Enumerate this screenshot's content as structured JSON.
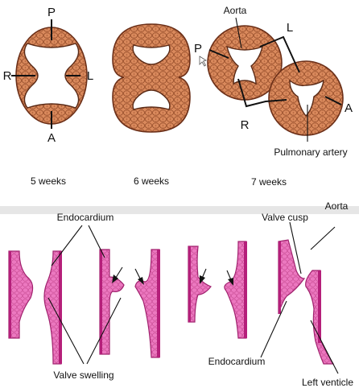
{
  "top_panel": {
    "week5": {
      "caption": "5 weeks",
      "label_p": "P",
      "label_r": "R",
      "label_l": "L",
      "label_a": "A"
    },
    "week6": {
      "caption": "6 weeks"
    },
    "week7": {
      "caption": "7 weeks",
      "aorta": "Aorta",
      "label_l": "L",
      "label_p": "P",
      "label_r": "R",
      "label_a": "A",
      "pulmonary_artery": "Pulmonary artery"
    }
  },
  "bottom_panel": {
    "endocardium_top": "Endocardium",
    "valve_swelling": "Valve swelling",
    "valve_cusp": "Valve cusp",
    "aorta": "Aorta",
    "endocardium_bottom": "Endocardium",
    "left_ventricle": "Left venticle"
  },
  "colors": {
    "tissue": "#d27f52",
    "tissue_edge": "#6b2f18",
    "pink": "#e667b6",
    "wall": "#b51f7a",
    "divider": "#e3e3e3"
  }
}
